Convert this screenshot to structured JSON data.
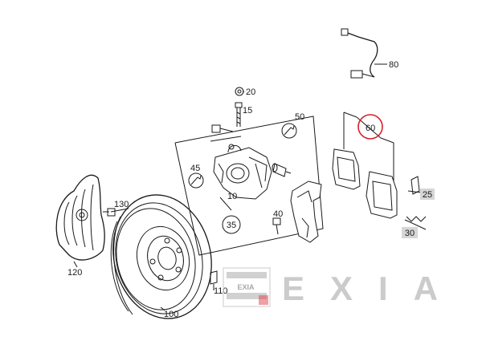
{
  "callouts": {
    "c10": "10",
    "c15": "15",
    "c20": "20",
    "c25": "25",
    "c30": "30",
    "c35": "35",
    "c40": "40",
    "c45": "45",
    "c50": "50",
    "c60": "60",
    "c80": "80",
    "c100": "100",
    "c110": "110",
    "c120": "120",
    "c130": "130"
  },
  "watermark": {
    "wordmark": "EXIA",
    "badge_text": "EXIA"
  },
  "colors": {
    "line": "#1a1a1a",
    "highlight": "#d8202a",
    "badge": "#d6d6d6",
    "watermark": "#c2c2c2"
  }
}
